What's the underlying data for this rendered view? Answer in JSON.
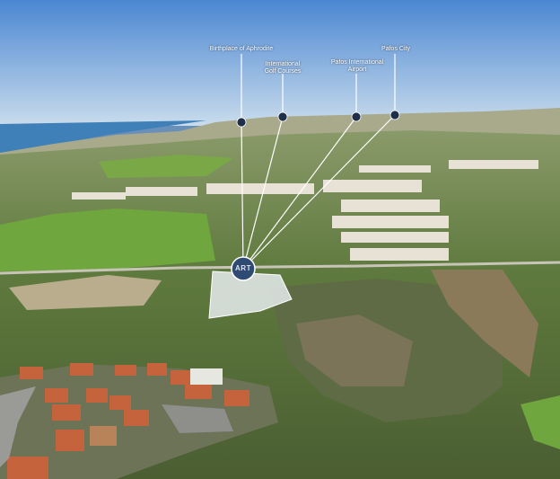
{
  "annotations": {
    "labels": [
      {
        "id": "aphrodite",
        "text": "Birthplace of Aphrodite"
      },
      {
        "id": "golf",
        "text": "International\nGolf Courses"
      },
      {
        "id": "airport",
        "text": "Pafos International\nAirport"
      },
      {
        "id": "city",
        "text": "Pafos City"
      }
    ],
    "marker_text": "ART"
  },
  "colors": {
    "sky_top": "#4a86d0",
    "sky_bottom": "#cfe0ee",
    "sea": "#3d7fb8",
    "marker": "#2f4a73",
    "plot_fill": "#e9eef2"
  }
}
